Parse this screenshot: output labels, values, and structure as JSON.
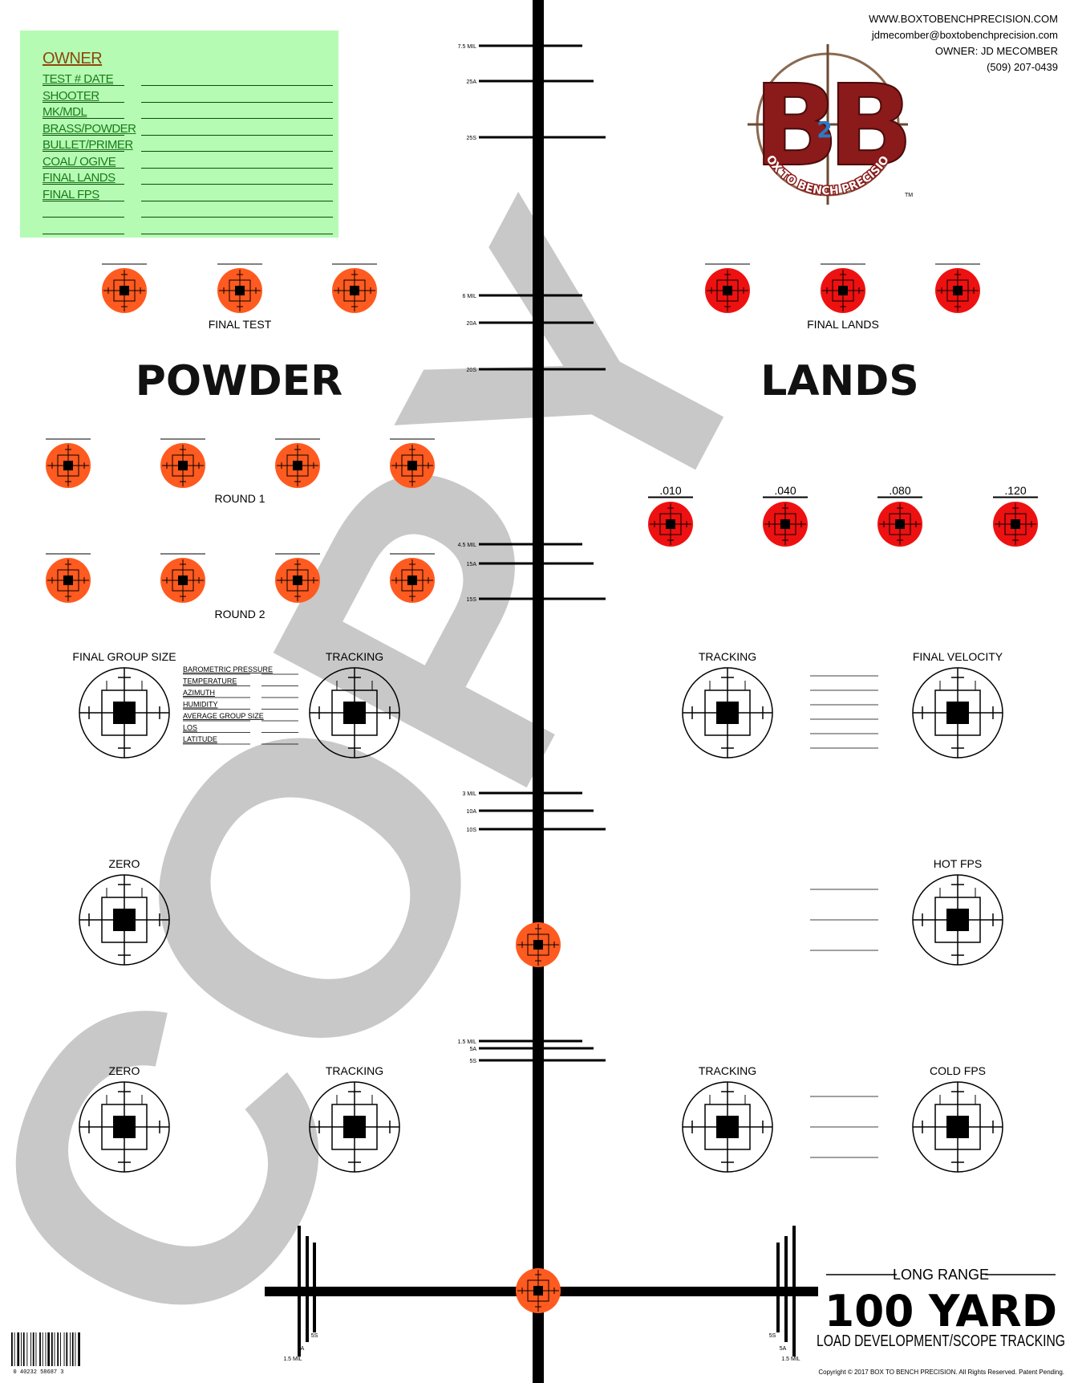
{
  "owner_box": {
    "title": "OWNER",
    "fields": [
      "TEST # DATE",
      "SHOOTER",
      "MK/MDL",
      "BRASS/POWDER",
      "BULLET/PRIMER",
      "COAL/ OGIVE",
      "FINAL LANDS",
      "FINAL FPS"
    ]
  },
  "contact": {
    "website": "WWW.BOXTOBENCHPRECISION.COM",
    "email": "jdmecomber@boxtobenchprecision.com",
    "owner": "OWNER: JD MECOMBER",
    "phone": "(509) 207-0439"
  },
  "logo": {
    "text": "BOX TO BENCH PRECISION",
    "mark": "BB",
    "sub": "2",
    "tm": "TM"
  },
  "watermark": "COPY",
  "sections": {
    "powder_title": "POWDER",
    "lands_title": "LANDS",
    "final_test": "FINAL TEST",
    "final_lands": "FINAL LANDS",
    "round1": "ROUND 1",
    "round2": "ROUND 2",
    "lands_offsets": [
      ".010",
      ".040",
      ".080",
      ".120"
    ]
  },
  "target_labels": {
    "final_group_size": "FINAL GROUP SIZE",
    "tracking": "TRACKING",
    "final_velocity": "FINAL VELOCITY",
    "zero": "ZERO",
    "hot_fps": "HOT FPS",
    "cold_fps": "COLD FPS"
  },
  "conditions": [
    "BAROMETRIC PRESSURE",
    "TEMPERATURE",
    "AZIMUTH",
    "HUMIDITY",
    "AVERAGE GROUP SIZE",
    "LOS",
    "LATITUDE"
  ],
  "ladder": [
    {
      "a": "7.5 MIL",
      "b": "25A",
      "c": "25S"
    },
    {
      "a": "6 MIL",
      "b": "20A",
      "c": "20S"
    },
    {
      "a": "4.5 MIL",
      "b": "15A",
      "c": "15S"
    },
    {
      "a": "3 MIL",
      "b": "10A",
      "c": "10S"
    },
    {
      "a": "1.5 MIL",
      "b": "5A",
      "c": "5S"
    }
  ],
  "bottom_marks": {
    "s": "5S",
    "a": "5A",
    "mil": "1.5 MIL"
  },
  "footer": {
    "long_range": "LONG RANGE",
    "yard": "100 YARD",
    "subtitle": "LOAD DEVELOPMENT/SCOPE TRACKING",
    "copyright": "Copyright © 2017 BOX TO BENCH PRECISION.  All Rights Reserved.  Patent Pending.",
    "barcode": "0 40232 58687 3"
  },
  "colors": {
    "orange": "#ff5a1f",
    "red": "#ee1111",
    "green_box": "#b6fbb4",
    "watermark": "#c8c8c8",
    "logo_red": "#8b1a1a"
  }
}
